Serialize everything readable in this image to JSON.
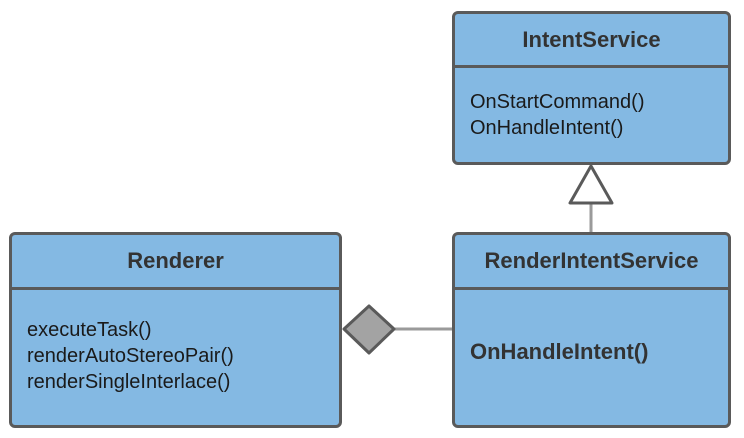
{
  "classes": {
    "intent_service": {
      "name": "IntentService",
      "methods": [
        "OnStartCommand()",
        "OnHandleIntent()"
      ]
    },
    "renderer": {
      "name": "Renderer",
      "methods": [
        "executeTask()",
        "renderAutoStereoPair()",
        "renderSingleInterlace()"
      ]
    },
    "render_intent_service": {
      "name": "RenderIntentService",
      "methods": [
        "OnHandleIntent()"
      ]
    }
  },
  "relationships": [
    {
      "type": "generalization",
      "from": "RenderIntentService",
      "to": "IntentService"
    },
    {
      "type": "composition",
      "whole": "Renderer",
      "part": "RenderIntentService"
    }
  ],
  "colors": {
    "class_fill": "#84b9e3",
    "border": "#5a5a5a",
    "connector": "#9a9a9a",
    "diamond_fill": "#a3a3a3"
  }
}
